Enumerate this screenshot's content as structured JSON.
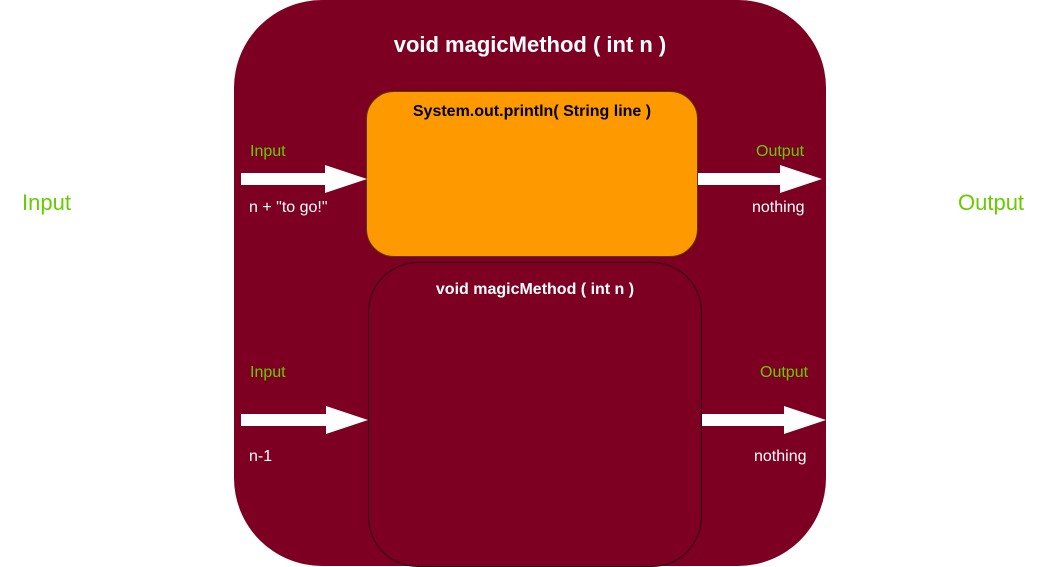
{
  "outer": {
    "title": "void magicMethod ( int n )"
  },
  "print_box": {
    "title": "System.out.println( String line )"
  },
  "inner_box": {
    "title": "void magicMethod  ( int n )"
  },
  "top_input": {
    "label": "Input",
    "value": "n + \"to go!\""
  },
  "top_output": {
    "label": "Output",
    "value": "nothing"
  },
  "bottom_input": {
    "label": "Input",
    "value": "n-1"
  },
  "bottom_output": {
    "label": "Output",
    "value": "nothing"
  },
  "side_input": {
    "label": "Input"
  },
  "side_output": {
    "label": "Output"
  },
  "colors": {
    "method_box": "#7d0022",
    "print_box": "#ff9900",
    "io_label": "#66cc00",
    "arrow": "#ffffff"
  }
}
